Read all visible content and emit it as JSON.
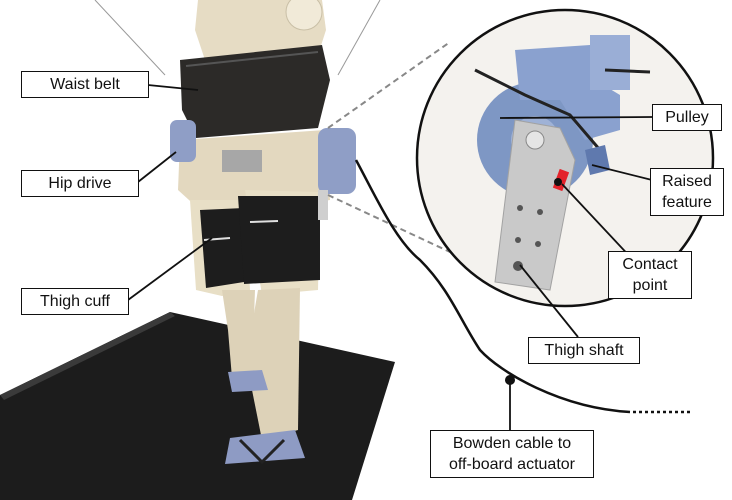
{
  "labels": {
    "waist_belt": "Waist belt",
    "hip_drive": "Hip drive",
    "thigh_cuff": "Thigh cuff",
    "pulley": "Pulley",
    "raised_feature": [
      "Raised",
      "feature"
    ],
    "contact_point": [
      "Contact",
      "point"
    ],
    "thigh_shaft": "Thigh shaft",
    "bowden_cable": [
      "Bowden cable to",
      "off-board actuator"
    ]
  },
  "colors": {
    "mannequin": "#e6dcc4",
    "belt": "#2c2a28",
    "hip_drive_housing": "#8f9ec6",
    "pulley": "#7e97c4",
    "thigh_shaft": "#c9c9c9",
    "treadmill": "#1c1c1c",
    "foot": "#8e9bc4",
    "contact_marker": "#e3222a"
  }
}
